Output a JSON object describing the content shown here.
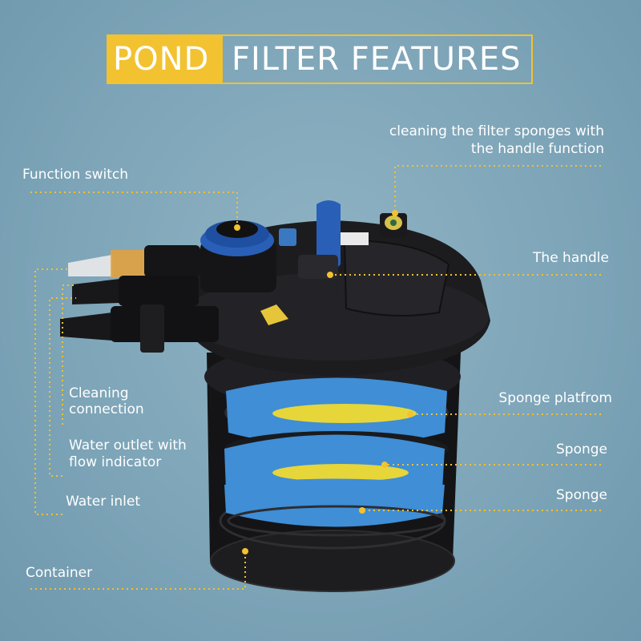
{
  "title": {
    "highlight": "POND",
    "rest": "FILTER FEATURES"
  },
  "labels": {
    "function_switch": "Function switch",
    "cleaning_sponges_line1": "cleaning the filter sponges with",
    "cleaning_sponges_line2": "the handle function",
    "the_handle": "The handle",
    "cleaning_connection_line1": "Cleaning",
    "cleaning_connection_line2": "connection",
    "sponge_platform": "Sponge platfrom",
    "water_outlet_line1": "Water outlet with",
    "water_outlet_line2": "flow indicator",
    "sponge_1": "Sponge",
    "water_inlet": "Water inlet",
    "sponge_2": "Sponge",
    "container": "Container"
  },
  "colors": {
    "background": "#7ea5b8",
    "accent_yellow": "#f2c230",
    "leader_line": "#f2c230",
    "filter_body": "#1c1c1e",
    "sponge_blue": "#3f8ed6",
    "sponge_yellow": "#e6d63a",
    "cap_blue": "#2a5fb8"
  }
}
